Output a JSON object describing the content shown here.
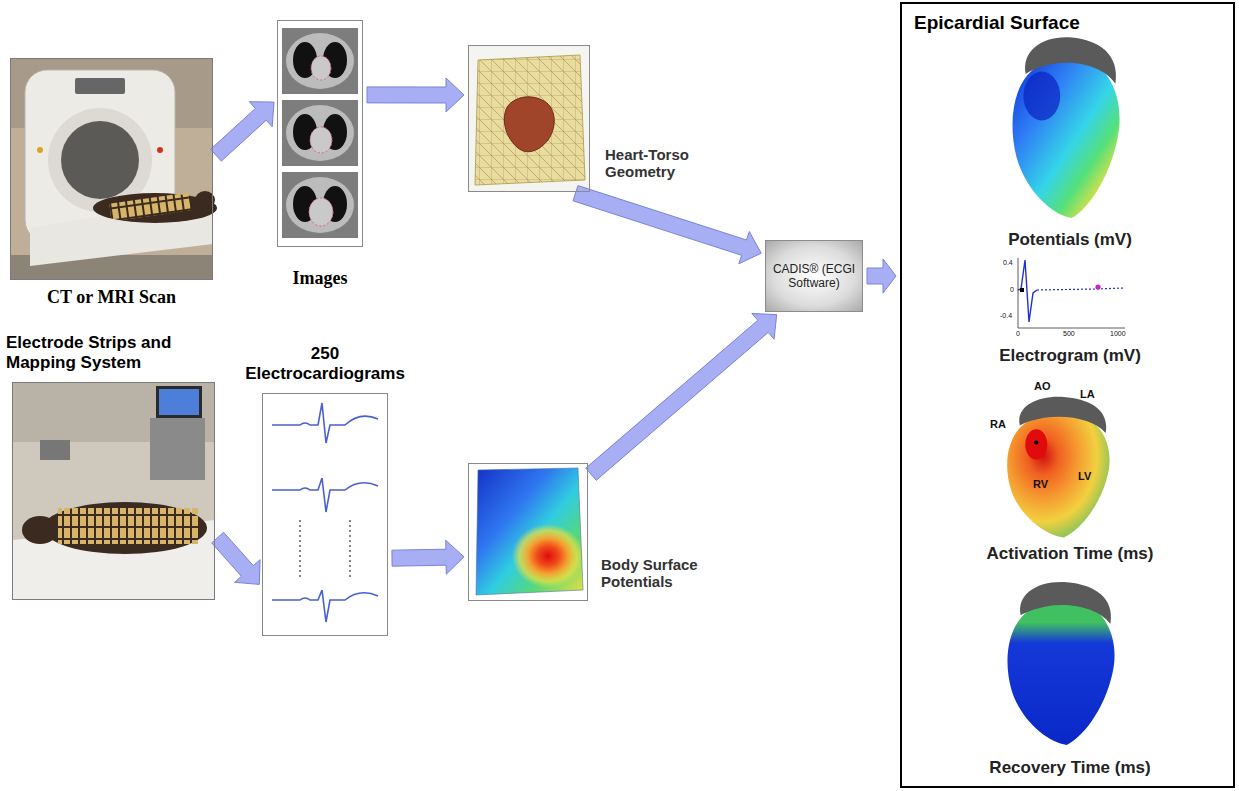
{
  "diagram": {
    "nodes": [
      {
        "text": [
          "CT or MRI Scan"
        ]
      },
      {
        "text": [
          "Images"
        ]
      },
      {
        "text": [
          "Heart-Torso Geometry"
        ]
      },
      {
        "text": [
          "Electrode Strips and Mapping System"
        ]
      },
      {
        "text": [
          "250 Electrocardiograms"
        ]
      },
      {
        "text": [
          "Body Surface Potentials"
        ]
      },
      {
        "text": [
          "CADIS® (ECGI Software)"
        ]
      },
      {
        "text": [
          "Epicardial Surface"
        ]
      },
      {
        "text": [
          "Potentials (mV)"
        ],
        "in": 7
      },
      {
        "text": [
          "Electrogram (mV)"
        ],
        "in": 7
      },
      {
        "text": [
          "Activation Time (ms)"
        ],
        "in": 7
      },
      {
        "text": [
          "Recovery Time (ms)"
        ],
        "in": 7
      }
    ],
    "edges": [
      {
        "from": 0,
        "to": 1,
        "arrow": "to"
      },
      {
        "from": 1,
        "to": 2,
        "arrow": "to"
      },
      {
        "from": 2,
        "to": 6,
        "arrow": "to"
      },
      {
        "from": 3,
        "to": 4,
        "arrow": "to"
      },
      {
        "from": 4,
        "to": 5,
        "arrow": "to"
      },
      {
        "from": 5,
        "to": 6,
        "arrow": "to"
      },
      {
        "from": 6,
        "to": 7,
        "arrow": "to"
      }
    ],
    "labels": [
      "AO",
      "LA",
      "RA",
      "RV",
      "LV",
      "0.4",
      "0",
      "-0.4",
      "0",
      "500",
      "1000"
    ]
  }
}
